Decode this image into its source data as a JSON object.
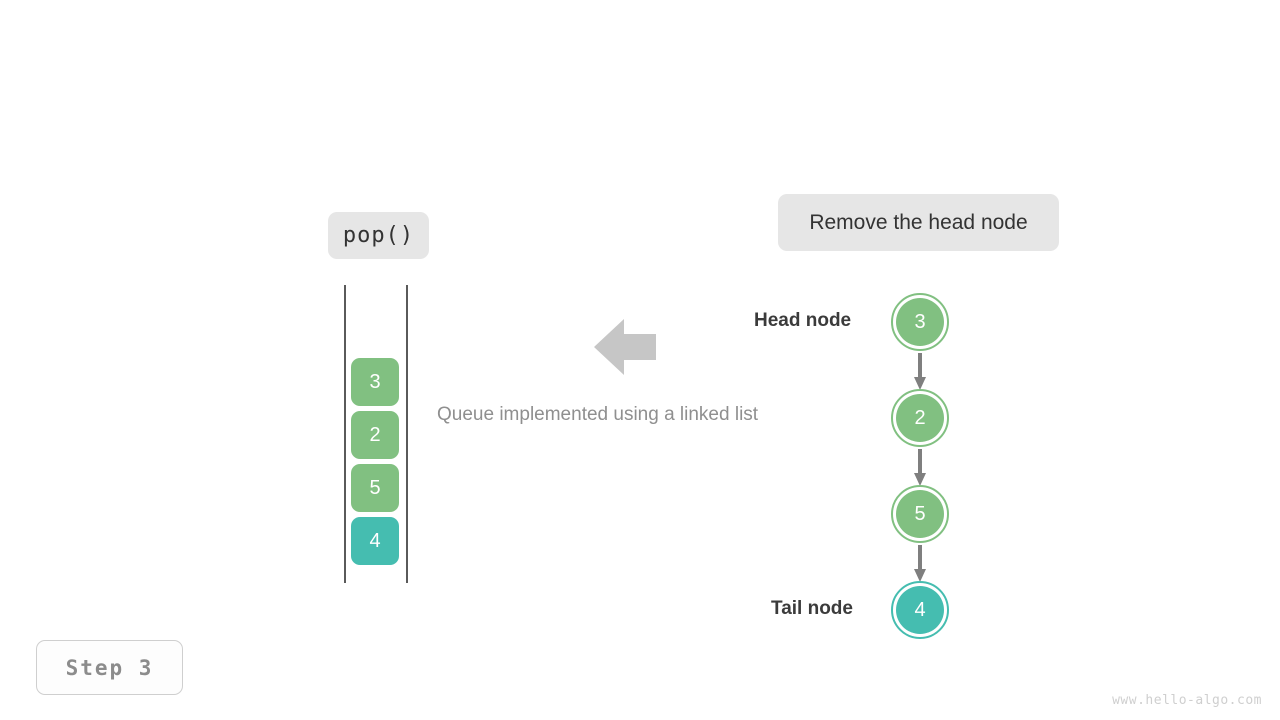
{
  "operation": {
    "call_label": "pop()",
    "description": "Remove the head node"
  },
  "caption": "Queue implemented using a linked list",
  "step": {
    "badge": "Step  3"
  },
  "watermark": "www.hello-algo.com",
  "queue": {
    "cells": [
      {
        "value": "3",
        "color": "#81c081"
      },
      {
        "value": "2",
        "color": "#81c081"
      },
      {
        "value": "5",
        "color": "#81c081"
      },
      {
        "value": "4",
        "color": "#45bdb0"
      }
    ]
  },
  "linked_list": {
    "head_label": "Head node",
    "tail_label": "Tail node",
    "nodes": [
      {
        "value": "3",
        "color": "#81c081"
      },
      {
        "value": "2",
        "color": "#81c081"
      },
      {
        "value": "5",
        "color": "#81c081"
      },
      {
        "value": "4",
        "color": "#45bdb0"
      }
    ]
  },
  "colors": {
    "green": "#81c081",
    "teal": "#45bdb0",
    "chip_bg": "#e6e6e6",
    "arrow_gray": "#c6c6c6",
    "connector_gray": "#7f7f7f",
    "text_dark": "#333333",
    "text_muted": "#8f8f8f"
  },
  "icons": {
    "transform_arrow": "arrow-left-icon",
    "connector": "arrow-down-icon"
  }
}
